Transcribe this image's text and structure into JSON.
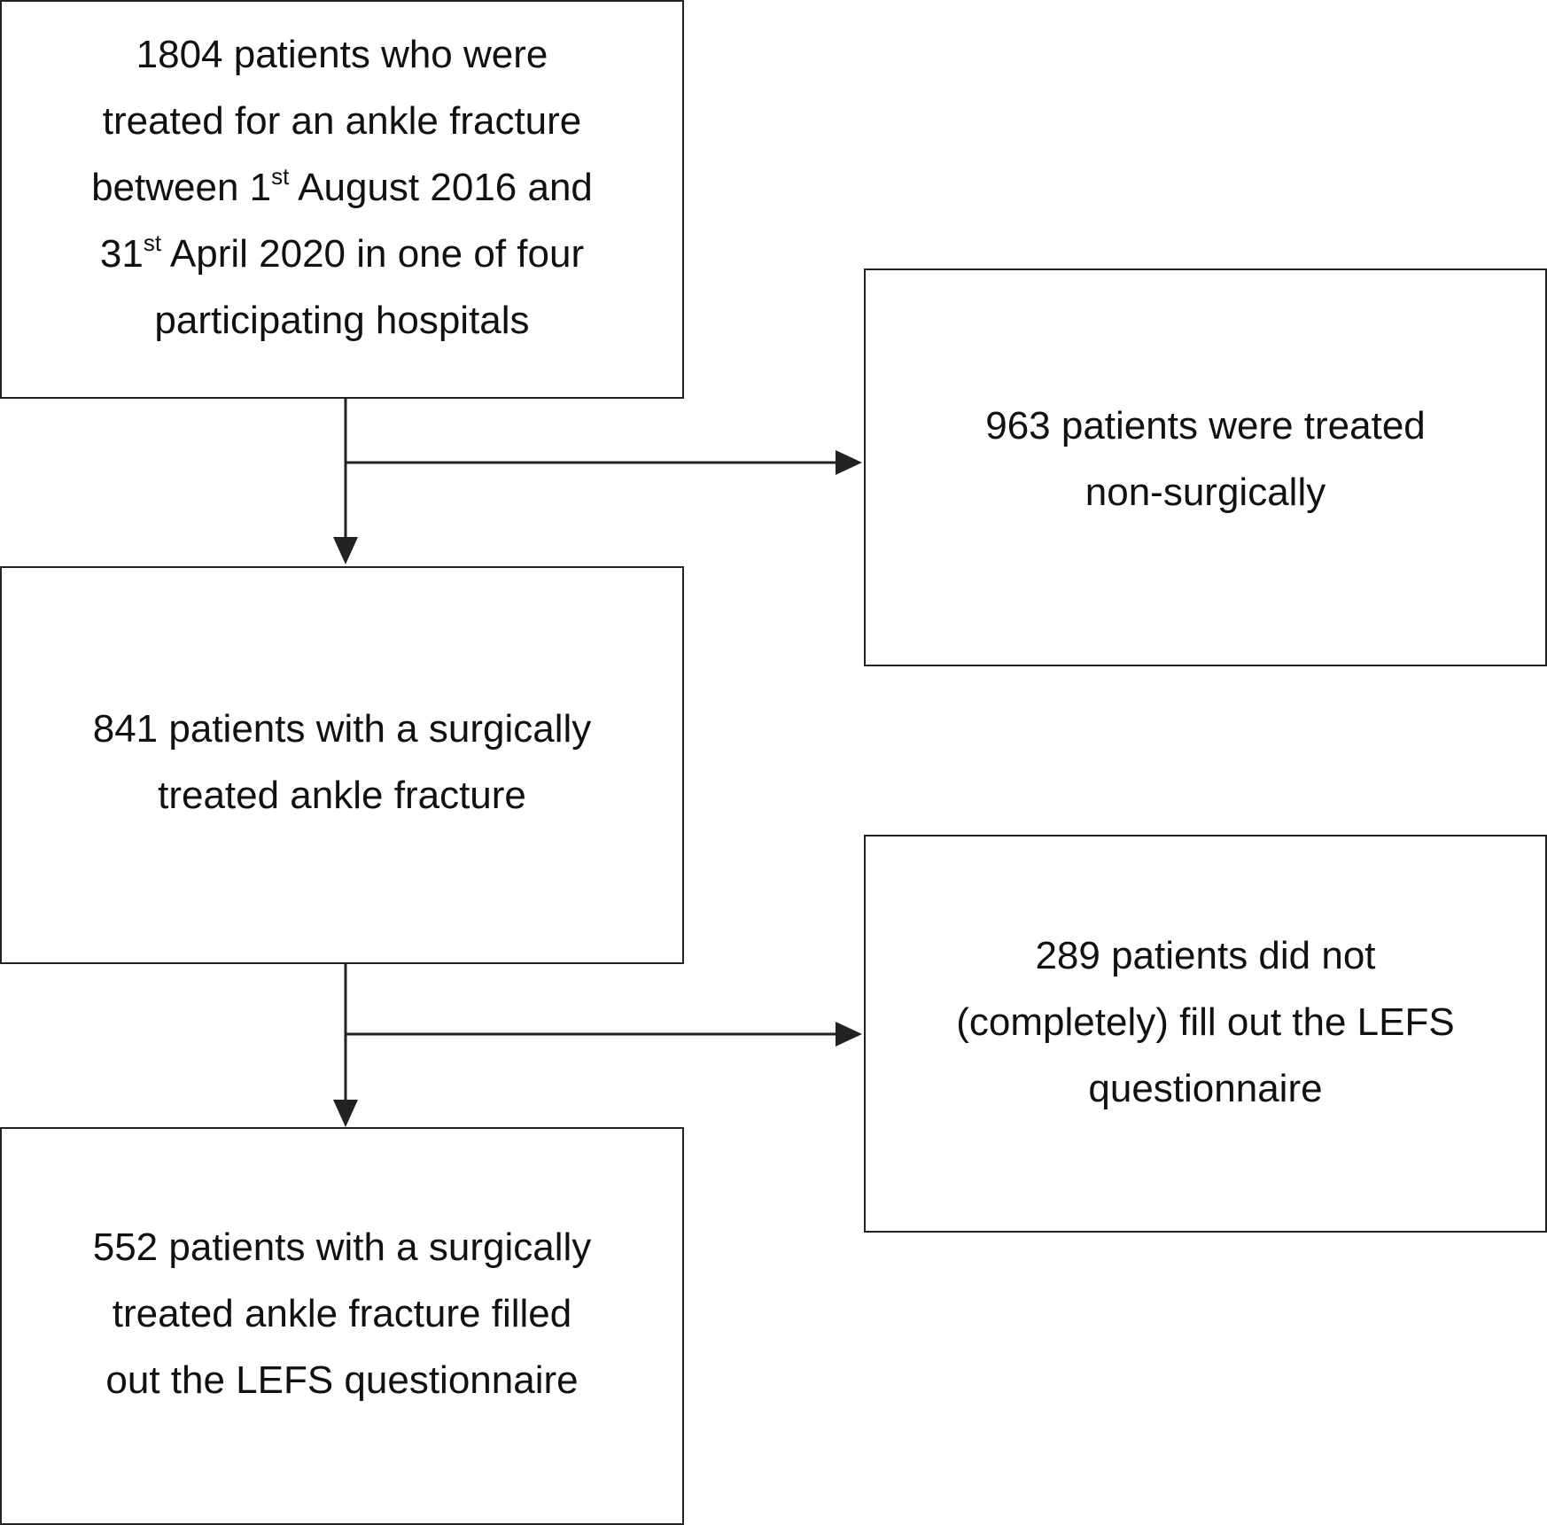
{
  "flowchart": {
    "box_1": {
      "line_1": "1804 patients who were",
      "line_2": "treated for an ankle fracture",
      "line_3_pre": "between 1",
      "line_3_sup": "st",
      "line_3_post": " August 2016 and",
      "line_4_pre": "31",
      "line_4_sup": "st",
      "line_4_post": " April 2020 in one of four",
      "line_5": "participating hospitals"
    },
    "box_2": {
      "line_1": "963 patients were treated",
      "line_2": "non-surgically"
    },
    "box_3": {
      "line_1": "841 patients with a surgically",
      "line_2": "treated ankle fracture"
    },
    "box_4": {
      "line_1": "289 patients did not",
      "line_2": "(completely) fill out the LEFS",
      "line_3": "questionnaire"
    },
    "box_5": {
      "line_1": "552 patients with a surgically",
      "line_2": "treated ankle fracture filled",
      "line_3": "out the LEFS questionnaire"
    }
  },
  "colors": {
    "stroke": "#222222",
    "background": "#ffffff",
    "text": "#111111"
  }
}
